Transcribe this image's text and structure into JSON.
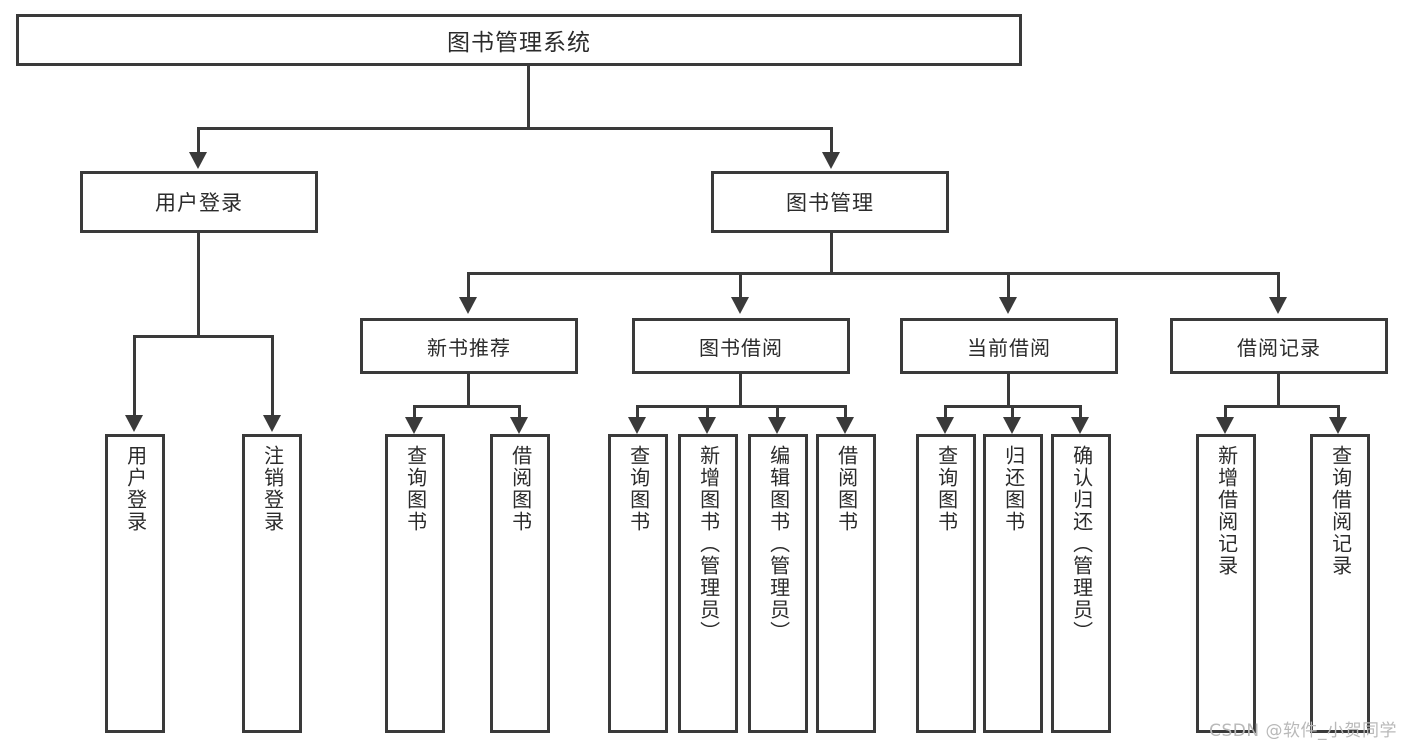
{
  "diagram": {
    "title_box": {
      "label": "图书管理系统"
    },
    "level2": [
      {
        "id": "user-login",
        "label": "用户登录"
      },
      {
        "id": "book-management",
        "label": "图书管理"
      }
    ],
    "level3": [
      {
        "id": "new-book-recommend",
        "label": "新书推荐"
      },
      {
        "id": "book-borrow",
        "label": "图书借阅"
      },
      {
        "id": "current-borrow",
        "label": "当前借阅"
      },
      {
        "id": "borrow-record",
        "label": "借阅记录"
      }
    ],
    "leaves": {
      "user_login": [
        {
          "id": "leaf-user-login",
          "label": "用户登录"
        },
        {
          "id": "leaf-logout-login",
          "label": "注销登录"
        }
      ],
      "new_book_recommend": [
        {
          "id": "leaf-query-book-1",
          "label": "查询图书"
        },
        {
          "id": "leaf-borrow-book-1",
          "label": "借阅图书"
        }
      ],
      "book_borrow": [
        {
          "id": "leaf-query-book-2",
          "label": "查询图书"
        },
        {
          "id": "leaf-add-book",
          "label": "新增图书（管理员）"
        },
        {
          "id": "leaf-edit-book",
          "label": "编辑图书（管理员）"
        },
        {
          "id": "leaf-borrow-book-2",
          "label": "借阅图书"
        }
      ],
      "current_borrow": [
        {
          "id": "leaf-query-book-3",
          "label": "查询图书"
        },
        {
          "id": "leaf-return-book",
          "label": "归还图书"
        },
        {
          "id": "leaf-confirm-return",
          "label": "确认归还（管理员）"
        }
      ],
      "borrow_record": [
        {
          "id": "leaf-add-record",
          "label": "新增借阅记录"
        },
        {
          "id": "leaf-query-record",
          "label": "查询借阅记录"
        }
      ]
    }
  },
  "watermark": {
    "text": "CSDN @软件_小贺同学"
  },
  "colors": {
    "stroke": "#3a3a3a",
    "text": "#2b2b2b",
    "background": "#ffffff",
    "watermark": "#b9b9b9"
  }
}
